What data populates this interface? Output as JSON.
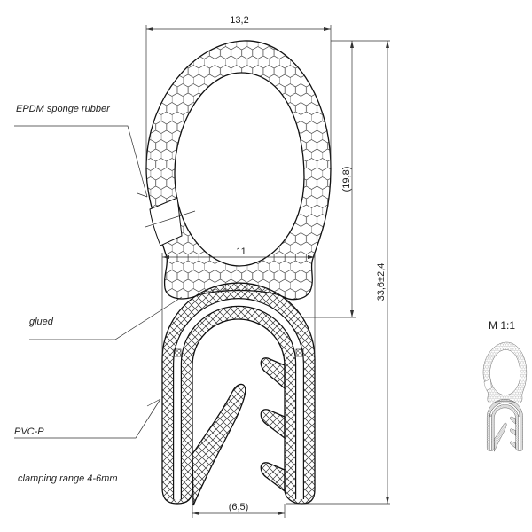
{
  "labels": {
    "epdm": "EPDM sponge rubber",
    "glued": "glued",
    "pvc": "PVC-P",
    "clamping": "clamping range 4-6mm"
  },
  "dimensions": {
    "top_width": "13,2",
    "neck_width": "11",
    "bulb_height": "(19,8)",
    "total_height": "33,6±2,4",
    "opening": "(6,5)"
  },
  "scale_label": "M 1:1",
  "colors": {
    "line": "#111111",
    "background": "#ffffff"
  }
}
